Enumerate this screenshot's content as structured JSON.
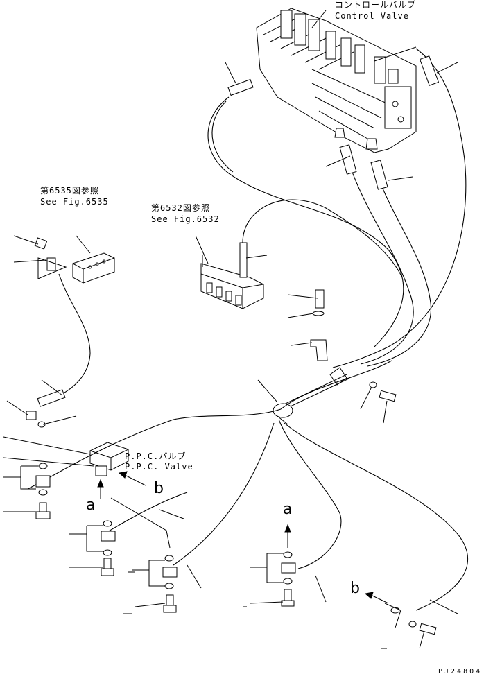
{
  "labels": {
    "control_valve_jp": "コントロールバルブ",
    "control_valve_en": "Control Valve",
    "ref_6535_jp": "第6535図参照",
    "ref_6535_en": "See Fig.6535",
    "ref_6532_jp": "第6532図参照",
    "ref_6532_en": "See Fig.6532",
    "ppc_valve_jp": "P.P.C.バルブ",
    "ppc_valve_en": "P.P.C. Valve",
    "marker_a_left": "a",
    "marker_a_right": "a",
    "marker_b_ppc": "b",
    "marker_b_right": "b",
    "drawing_code": "PJ24804"
  }
}
